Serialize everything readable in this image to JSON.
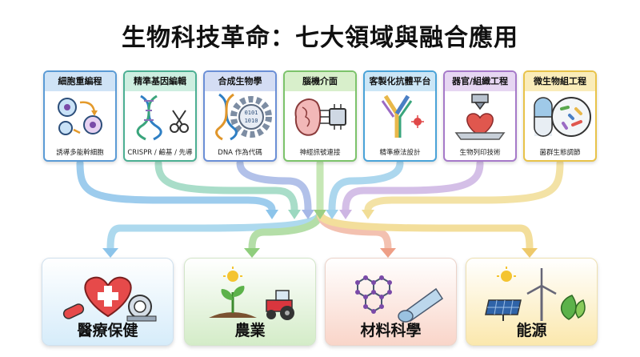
{
  "title": "生物科技革命：七大領域與融合應用",
  "domains": [
    {
      "name": "細胞重編程",
      "sub": "誘導多能幹細胞",
      "color": "#5b9bd5",
      "icon": "cell-reprogramming-icon"
    },
    {
      "name": "精準基因編輯",
      "sub": "CRISPR / 鹼基 / 先導",
      "color": "#4caf93",
      "icon": "dna-scissors-icon"
    },
    {
      "name": "合成生物學",
      "sub": "DNA 作為代碼",
      "color": "#6b8fd6",
      "icon": "dna-gear-icon"
    },
    {
      "name": "腦機介面",
      "sub": "神經訊號連接",
      "color": "#7cc36b",
      "icon": "brain-chip-icon"
    },
    {
      "name": "客製化抗體平台",
      "sub": "精準療法設計",
      "color": "#4aa3d8",
      "icon": "antibody-icon"
    },
    {
      "name": "器官/組織工程",
      "sub": "生物列印技術",
      "color": "#a67ac9",
      "icon": "bioprinted-heart-icon"
    },
    {
      "name": "微生物組工程",
      "sub": "菌群生態調節",
      "color": "#e8c34a",
      "icon": "microbiome-icon"
    }
  ],
  "applications": [
    {
      "name": "醫療保健",
      "icon": "healthcare-icon",
      "color": "#bfe0f5"
    },
    {
      "name": "農業",
      "icon": "agriculture-icon",
      "color": "#cfe9c4"
    },
    {
      "name": "材料科學",
      "icon": "materials-icon",
      "color": "#f8d2c8"
    },
    {
      "name": "能源",
      "icon": "energy-icon",
      "color": "#fbe9b4"
    }
  ]
}
